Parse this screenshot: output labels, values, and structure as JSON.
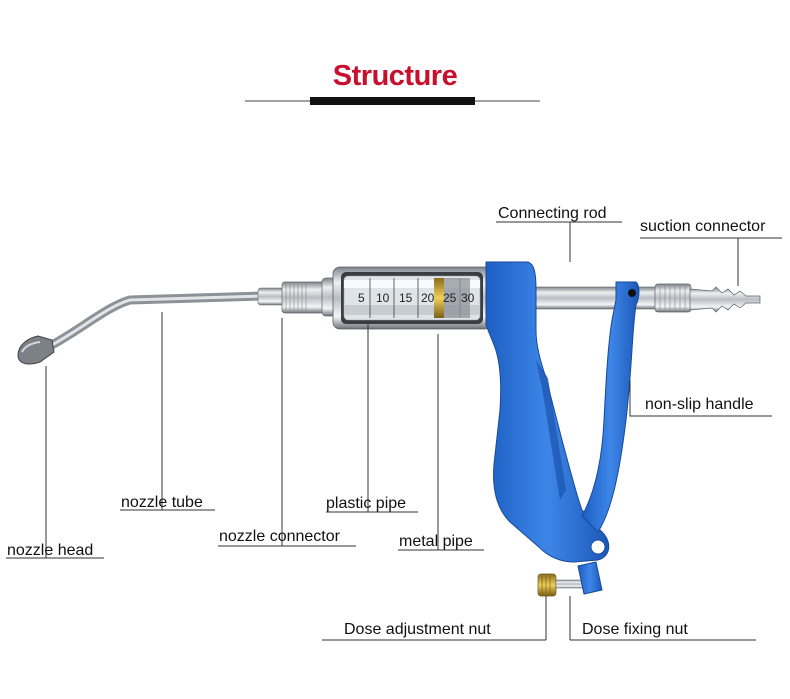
{
  "title": "Structure",
  "colors": {
    "title": "#c8102e",
    "handle_blue": "#2a6fd6",
    "steel": "#b9bec4",
    "leader_line": "#333333"
  },
  "scale_marks": [
    "5",
    "10",
    "15",
    "20",
    "25",
    "30"
  ],
  "labels": {
    "connecting_rod": "Connecting rod",
    "suction_connector": "suction connector",
    "non_slip_handle": "non-slip handle",
    "nozzle_tube": "nozzle tube",
    "plastic_pipe": "plastic pipe",
    "nozzle_connector": "nozzle connector",
    "metal_pipe": "metal pipe",
    "nozzle_head": "nozzle head",
    "dose_adjustment_nut": "Dose adjustment nut",
    "dose_fixing_nut": "Dose fixing nut"
  }
}
